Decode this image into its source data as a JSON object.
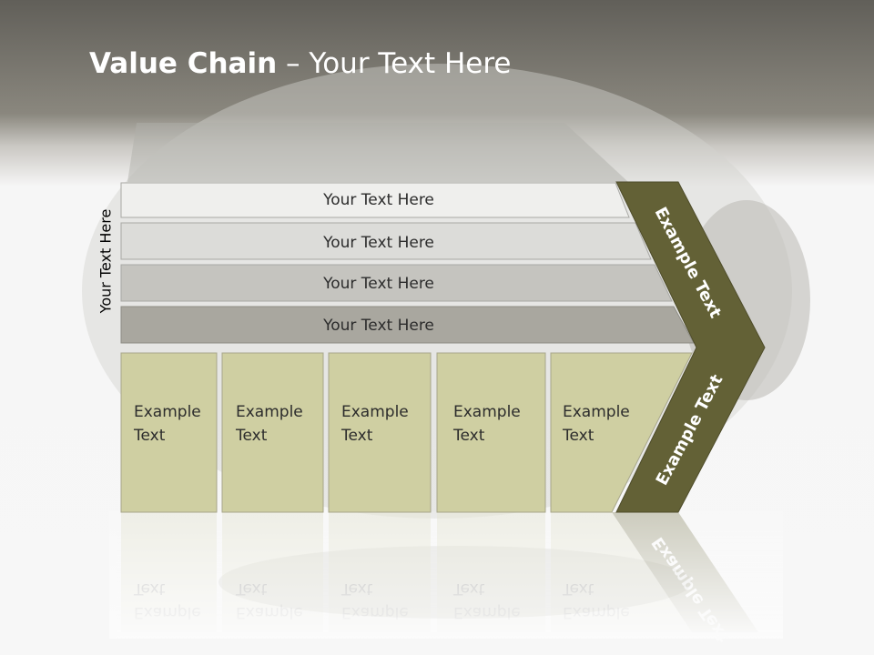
{
  "title": {
    "bold": "Value Chain",
    "rest": " – Your Text Here"
  },
  "side_label": "Your Text Here",
  "rows": [
    {
      "label": "Your Text Here",
      "color": "#efefed"
    },
    {
      "label": "Your Text Here",
      "color": "#dcdcd9"
    },
    {
      "label": "Your Text Here",
      "color": "#c5c4bf"
    },
    {
      "label": "Your Text Here",
      "color": "#a9a79f"
    }
  ],
  "cells": [
    {
      "line1": "Example",
      "line2": "Text"
    },
    {
      "line1": "Example",
      "line2": "Text"
    },
    {
      "line1": "Example",
      "line2": "Text"
    },
    {
      "line1": "Example",
      "line2": "Text"
    },
    {
      "line1": "Example",
      "line2": "Text"
    }
  ],
  "chevron": {
    "upper": "Example Text",
    "lower": "Example Text"
  },
  "colors": {
    "cell": "#cfcfa2",
    "chevron": "#636136",
    "title": "#ffffff"
  }
}
